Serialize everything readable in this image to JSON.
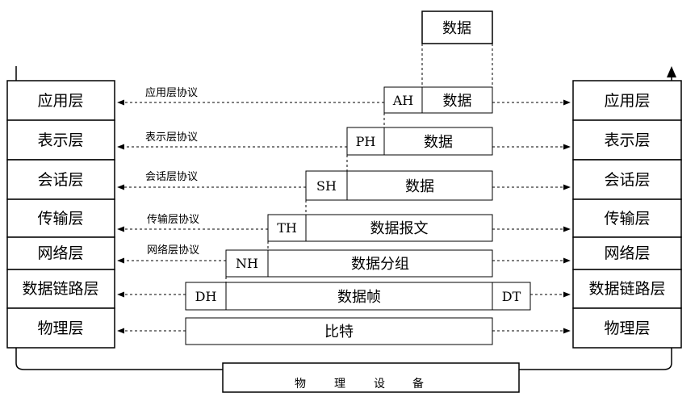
{
  "layers_left": [
    "应用层",
    "表示层",
    "会话层",
    "传输层",
    "网络层",
    "数据链路层",
    "物理层"
  ],
  "layers_right": [
    "应用层",
    "表示层",
    "会话层",
    "传输层",
    "网络层",
    "数据链路层",
    "物理层"
  ],
  "protocols": [
    "应用层协议",
    "表示层协议",
    "会话层协议",
    "传输层协议",
    "网络层协议"
  ],
  "top_data": "数据",
  "pdus": [
    {
      "header": "AH",
      "body": "数据"
    },
    {
      "header": "PH",
      "body": "数据"
    },
    {
      "header": "SH",
      "body": "数据"
    },
    {
      "header": "TH",
      "body": "数据报文"
    },
    {
      "header": "NH",
      "body": "数据分组"
    },
    {
      "header": "DH",
      "body": "数据帧",
      "trailer": "DT"
    },
    {
      "body": "比特"
    }
  ],
  "physical_device": {
    "chars": [
      "物",
      "理",
      "设",
      "备"
    ]
  }
}
